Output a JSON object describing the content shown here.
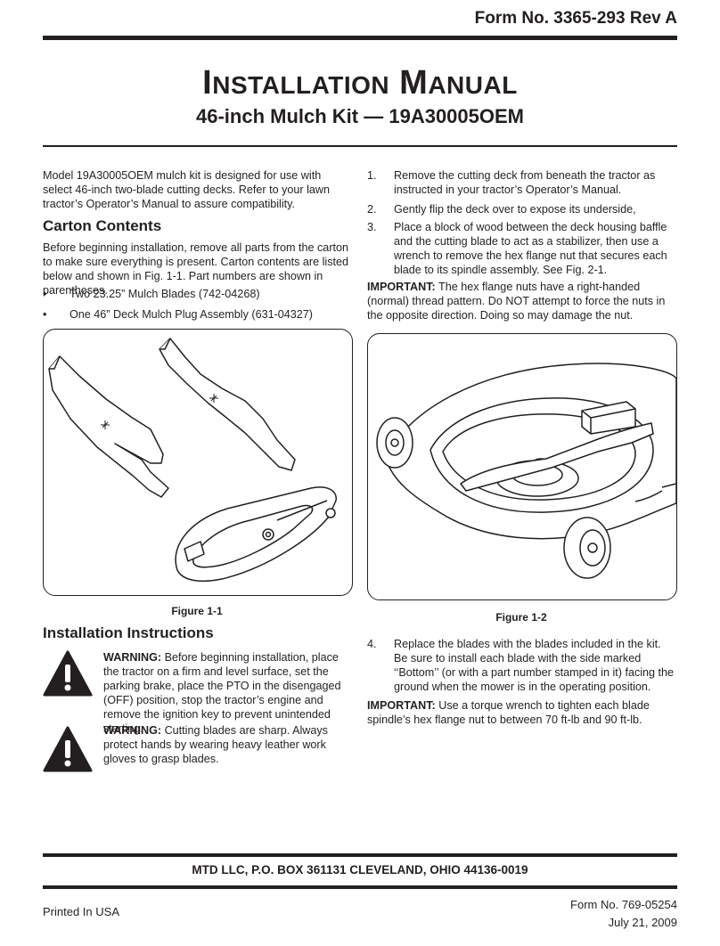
{
  "header": {
    "form_number": "Form No. 3365-293 Rev A",
    "title_cap1": "I",
    "title_rest1": "NSTALLATION",
    "title_cap2": "M",
    "title_rest2": "ANUAL",
    "subtitle": "46-inch Mulch Kit — 19A30005OEM"
  },
  "left": {
    "intro": "Model 19A30005OEM mulch kit is designed for use with select 46-inch two-blade cutting decks. Refer to your lawn tractor’s Operator’s Manual to assure compatibility.",
    "carton_heading": "Carton Contents",
    "carton_text": "Before beginning installation, remove all parts from the carton to make sure everything is present. Carton contents are listed below and shown in Fig. 1-1. Part numbers are shown in parentheses.",
    "bullets": [
      "Two 23.25” Mulch Blades (742-04268)",
      "One 46” Deck Mulch Plug Assembly (631-04327)"
    ],
    "figure_caption": "Figure 1-1",
    "install_heading": "Installation Instructions",
    "warning1_label": "WARNING:",
    "warning1_text": "Before beginning installation, place the tractor on a firm and level surface, set the parking brake, place the PTO in the disengaged (OFF) position, stop the tractor’s engine and remove the ignition key to prevent unintended starting.",
    "warning2_label": "WARNING:",
    "warning2_text": "Cutting blades are sharp. Always protect hands by wearing heavy leather work gloves to grasp blades."
  },
  "right": {
    "steps": [
      {
        "num": "1.",
        "text": "Remove the cutting deck from beneath the tractor as instructed in your tractor’s Operator’s Manual."
      },
      {
        "num": "2.",
        "text": "Gently flip the deck over to expose its underside,"
      },
      {
        "num": "3.",
        "text": "Place a block of wood between the deck housing baffle and the cutting blade to act as a stabilizer, then use a wrench to remove the hex flange nut that secures each blade to its spindle assembly.  See Fig. 2-1."
      }
    ],
    "important1_label": "IMPORTANT:",
    "important1_text": "The hex flange nuts have a right-handed (normal) thread pattern. Do NOT attempt to force the nuts in the opposite direction. Doing so may damage the nut.",
    "figure_caption": "Figure 1-2",
    "step4_num": "4.",
    "step4_text": "Replace the blades with the blades included in the kit. Be sure to install each blade with the side marked ‘‘Bottom’’ (or with a part number stamped in it) facing the ground when the mower is in the operating position.",
    "important2_label": "IMPORTANT:",
    "important2_text": "Use a torque wrench to tighten each blade spindle’s hex flange nut to between 70 ft-lb and 90 ft-lb."
  },
  "footer": {
    "company": "MTD LLC, P.O. BOX 361131 CLEVELAND, OHIO 44136-0019",
    "printed": "Printed In USA",
    "form_number": "Form No. 769-05254",
    "date": "July 21, 2009"
  }
}
